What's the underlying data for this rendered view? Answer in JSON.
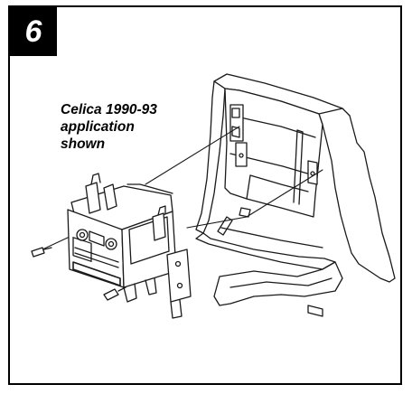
{
  "step": {
    "number": "6"
  },
  "caption": {
    "lines": [
      "Celica 1990-93",
      "application",
      "shown"
    ]
  },
  "colors": {
    "frame": "#000000",
    "badge_bg": "#000000",
    "badge_text": "#ffffff",
    "line_art": "#1a1a1a"
  }
}
